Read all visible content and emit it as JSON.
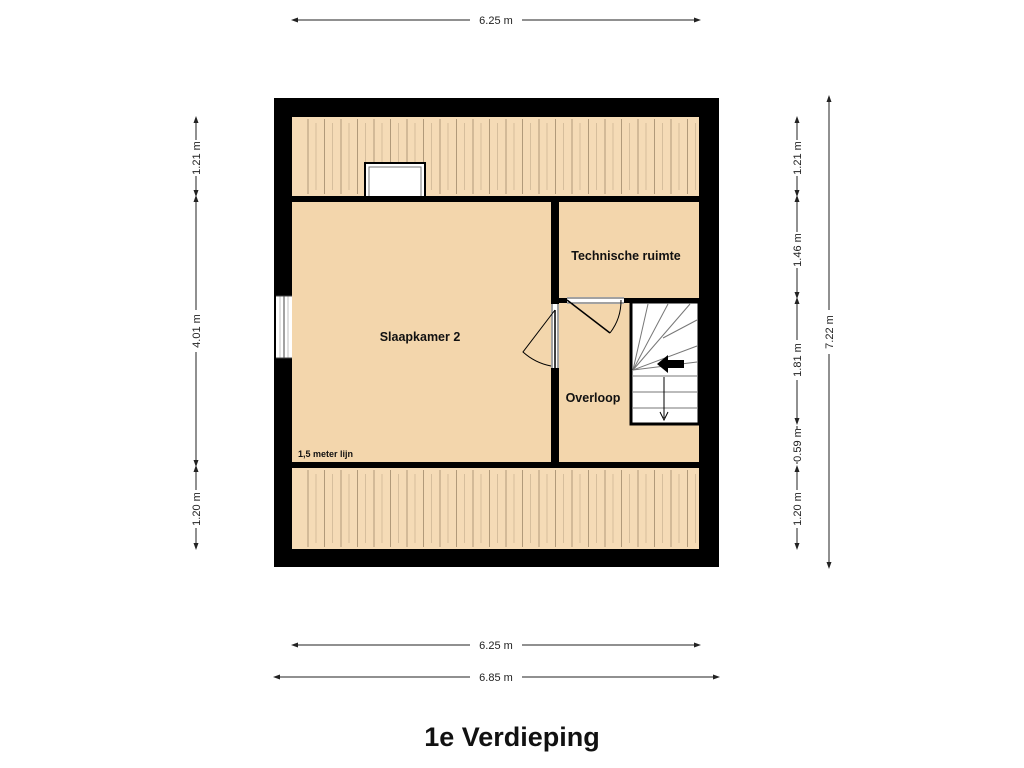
{
  "title": "1e Verdieping",
  "rooms": {
    "bedroom": "Slaapkamer 2",
    "technical": "Technische ruimte",
    "landing": "Overloop",
    "headroom_note": "1,5 meter lijn"
  },
  "dimensions": {
    "top_width": "6.25 m",
    "bottom_inner_width": "6.25 m",
    "bottom_outer_width": "6.85 m",
    "left": [
      "1.21 m",
      "4.01 m",
      "1.20 m"
    ],
    "right": [
      "1.21 m",
      "1.46 m",
      "1.81 m",
      "0.59 m",
      "1.20 m"
    ],
    "total_height": "7.22 m"
  },
  "colors": {
    "wall": "#000000",
    "floor": "#f3d6ac",
    "eaves": "#f5dbb6",
    "rafter_line": "#a08a6c",
    "dimension_line": "#222222"
  }
}
